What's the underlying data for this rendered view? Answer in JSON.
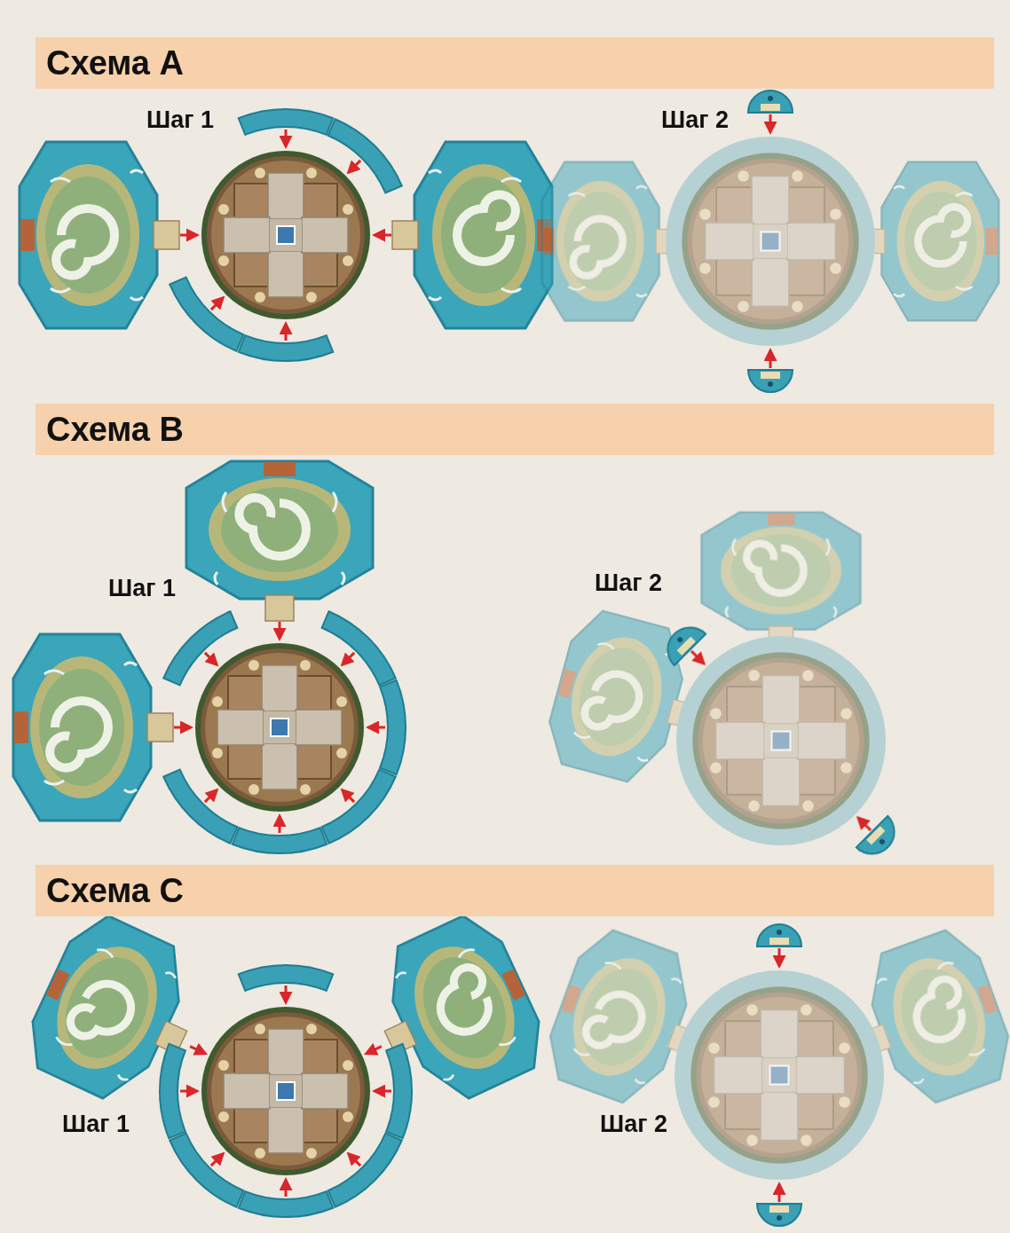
{
  "diagram": {
    "nodes": [
      {
        "text": [
          "Схема A"
        ]
      },
      {
        "text": [
          "Схема B"
        ]
      },
      {
        "text": [
          "Схема C"
        ]
      }
    ],
    "labels": [
      "Шаг 1",
      "Шаг 2",
      "Шаг 1",
      "Шаг 2",
      "Шаг 1",
      "Шаг 2"
    ]
  }
}
